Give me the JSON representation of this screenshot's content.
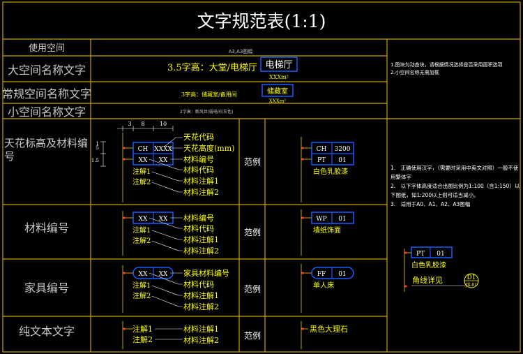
{
  "title": "文字规范表(1:1)",
  "colors": {
    "frame": "#c8a400",
    "ink": "#ffffff",
    "accent": "#ffff00",
    "box": "#1a5cff",
    "mark": "#ff3333",
    "leader": "#ffffff"
  },
  "rows": {
    "space": "使用空间",
    "large": "大空间名称文字",
    "normal": "常规空间名称文字",
    "small": "小空间名称文字",
    "ceiling": "天花标高及材料编号",
    "material": "材料编号",
    "furniture": "家具编号",
    "plain": "纯文本文字"
  },
  "space_value": "A3,A3图幅",
  "large": {
    "text": "3.5字高：大堂/电梯厅",
    "tag": "电梯厅",
    "area": "XXXm²"
  },
  "normal": {
    "text": "3字高：储藏室/备用间",
    "tag": "储藏室",
    "area": "XXXm²"
  },
  "small": {
    "text": "2字高：新风井/弱电间(灰色)"
  },
  "notes_top": [
    "1.图块为动态块，请根据情况选择是否采用面积选项",
    "2.小空间名称无需加框"
  ],
  "notes_mid": [
    "1.　正确使用汉字，（需要时采用中英文对照）一般不使用繁体字",
    "2.　以下字体高度适合出图比例为1:100（含1:150）以下图纸，如1:200以上则可适当减小。",
    "3.　适用于A0、A1、A2、A3图幅"
  ],
  "example": "范例",
  "ceiling": {
    "dims": [
      "3",
      "8",
      "10"
    ],
    "vdims": [
      "1.5",
      "5",
      "1"
    ],
    "top_code": "CH",
    "top_value": "XXXX",
    "bottom_code": "XX",
    "bottom_value": "XX",
    "labels": [
      "天花代码",
      "天花高度(mm)",
      "材料编号",
      "材料代码",
      "材料注解1",
      "材料注解2"
    ],
    "notes": [
      "注解1",
      "注解2"
    ],
    "ex_top_code": "CH",
    "ex_top_value": "3200",
    "ex_bottom_code": "PT",
    "ex_bottom_value": "01",
    "ex_caption": "白色乳胶漆"
  },
  "material": {
    "code": "XX",
    "value": "XX",
    "labels": [
      "材料编号",
      "材料代码",
      "材料注解1",
      "材料注解2"
    ],
    "notes": [
      "注解1",
      "注解2"
    ],
    "ex_code": "WP",
    "ex_value": "01",
    "ex_caption": "墙纸饰面"
  },
  "furniture": {
    "code": "XX",
    "value": "XX",
    "labels": [
      "家具材料编号",
      "材料代码",
      "材料注解1",
      "材料注解2"
    ],
    "notes": [
      "注解1",
      "注解2"
    ],
    "ex_code": "FF",
    "ex_value": "01",
    "ex_caption": "单人床"
  },
  "plain": {
    "notes": [
      "注解1",
      "注解2"
    ],
    "labels": [
      "材料注解1",
      "材料注解2"
    ],
    "ex_caption": "黑色大理石"
  },
  "side_example": {
    "code": "PT",
    "value": "01",
    "caption": "白色乳胶漆",
    "detail": "角线详见",
    "ref_top": "D1",
    "ref_bottom": "JX-01"
  }
}
